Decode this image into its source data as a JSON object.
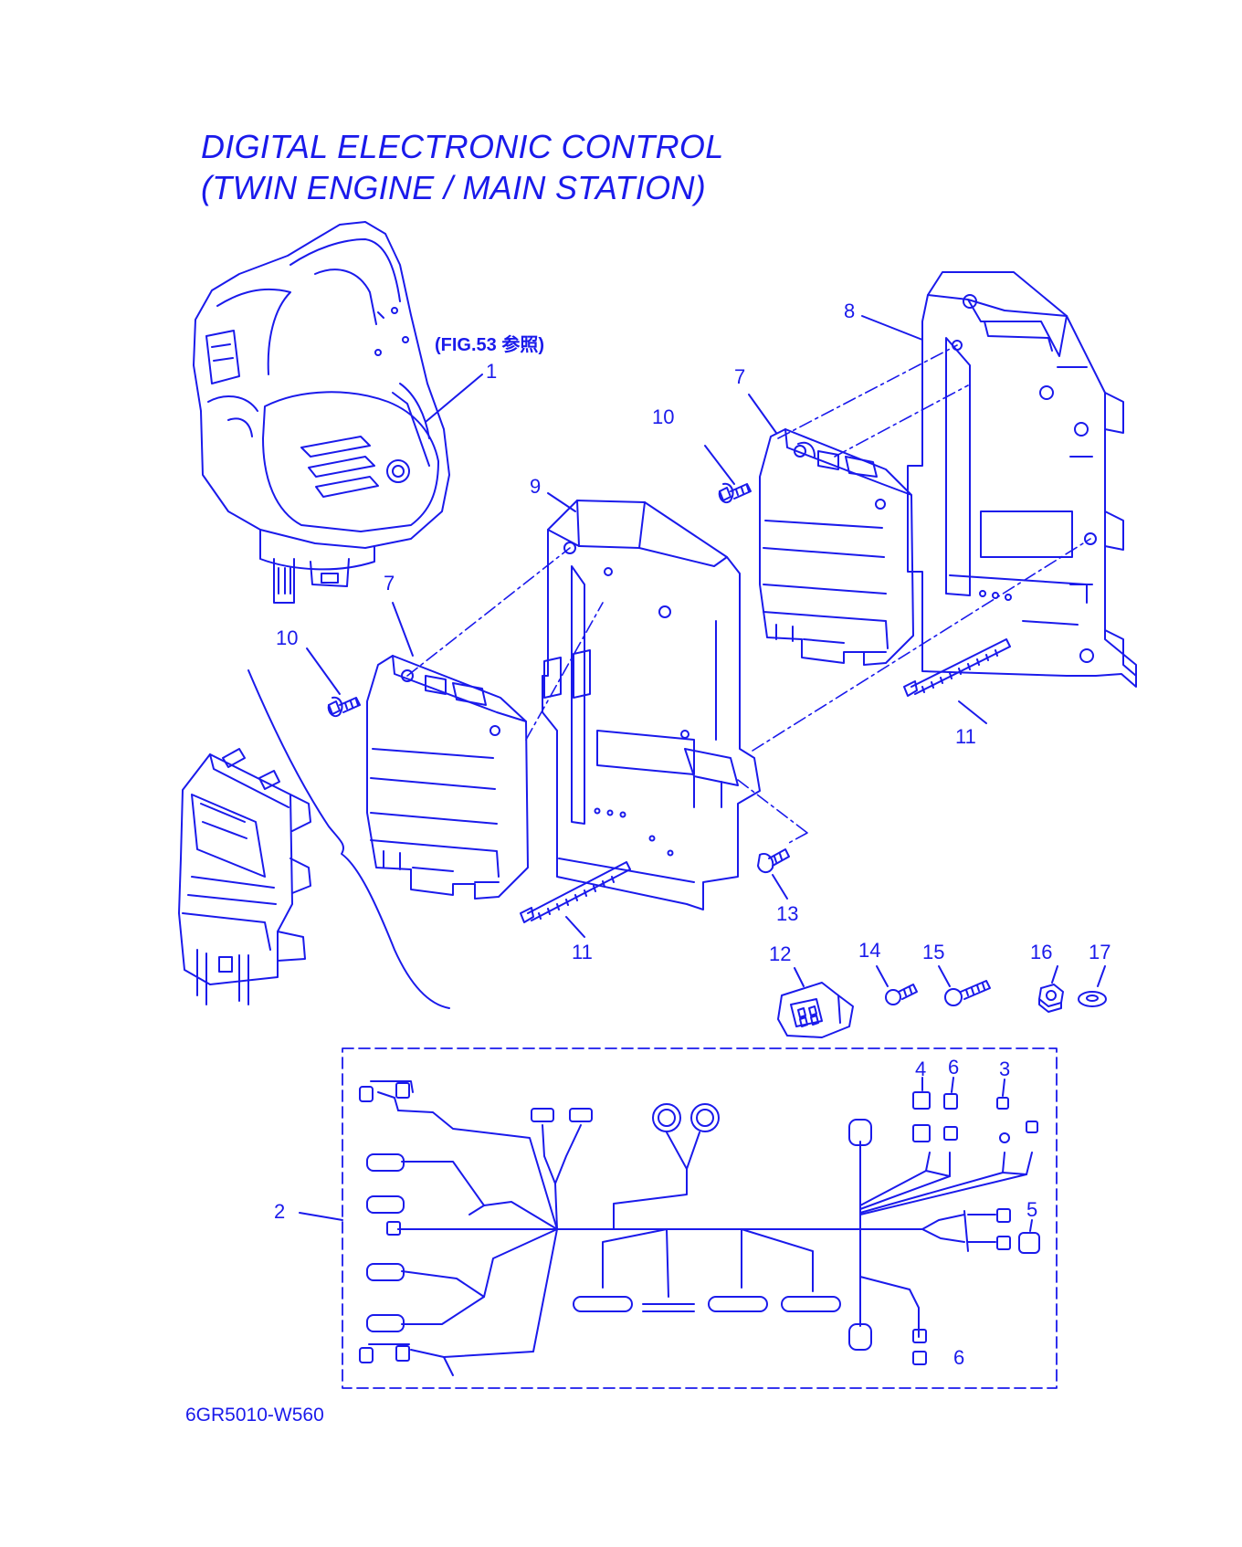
{
  "title": {
    "line1": "DIGITAL ELECTRONIC CONTROL",
    "line2": "(TWIN ENGINE / MAIN STATION)"
  },
  "figure_reference": "(FIG.53 参照)",
  "callouts": {
    "c1": "1",
    "c2": "2",
    "c3": "3",
    "c4": "4",
    "c5": "5",
    "c6a": "6",
    "c6b": "6",
    "c7a": "7",
    "c7b": "7",
    "c8": "8",
    "c9": "9",
    "c10a": "10",
    "c10b": "10",
    "c11a": "11",
    "c11b": "11",
    "c12": "12",
    "c13": "13",
    "c14": "14",
    "c15": "15",
    "c16": "16",
    "c17": "17"
  },
  "diagram_code": "6GR5010-W560",
  "colors": {
    "ink": "#1a1aeb",
    "background": "#ffffff"
  }
}
